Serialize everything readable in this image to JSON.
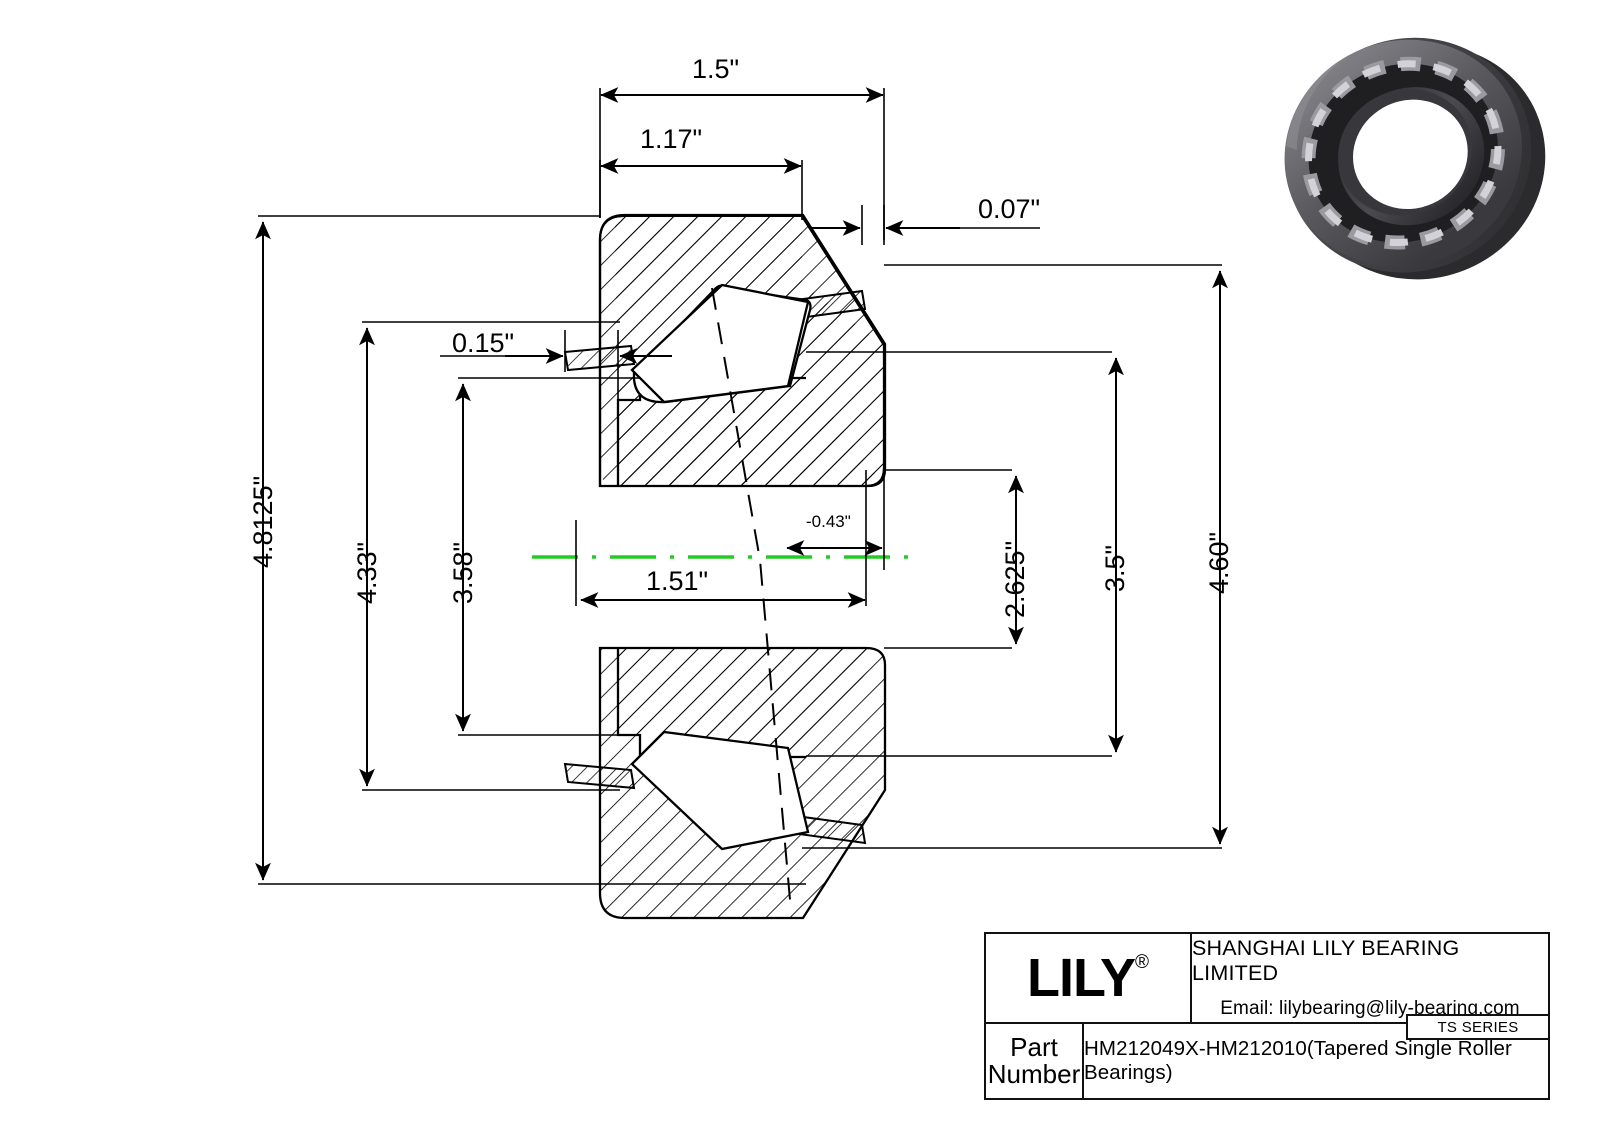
{
  "drawing": {
    "title": "Tapered Single Roller Bearing cross-section drawing",
    "units": "inch",
    "centerline_color": "#22cc22",
    "line_color": "#000000"
  },
  "dimensions": {
    "top_overall_width": "1.5\"",
    "top_inner_width": "1.17\"",
    "top_gap": "0.07\"",
    "left_overall_od": "4.8125\"",
    "left_second_od": "4.33\"",
    "left_third_od": "3.58\"",
    "left_flange_width": "0.15\"",
    "center_offset": "-0.43\"",
    "center_cone_width": "1.51\"",
    "right_bore_small": "2.625\"",
    "right_bore": "3.5\"",
    "right_outer": "4.60\""
  },
  "title_block": {
    "logo_text": "LILY",
    "logo_registered": "®",
    "company_name": "SHANGHAI LILY BEARING LIMITED",
    "company_email": "Email: lilybearing@lily-bearing.com",
    "part_label_line1": "Part",
    "part_label_line2": "Number",
    "part_number": "HM212049X-HM212010(Tapered Single Roller Bearings)",
    "series": "TS SERIES"
  },
  "render": {
    "alt": "3D rendering of tapered roller bearing",
    "body_color": "#3d3d3f",
    "highlight_color": "#8e8e92",
    "roller_color": "#d8d8dc"
  }
}
